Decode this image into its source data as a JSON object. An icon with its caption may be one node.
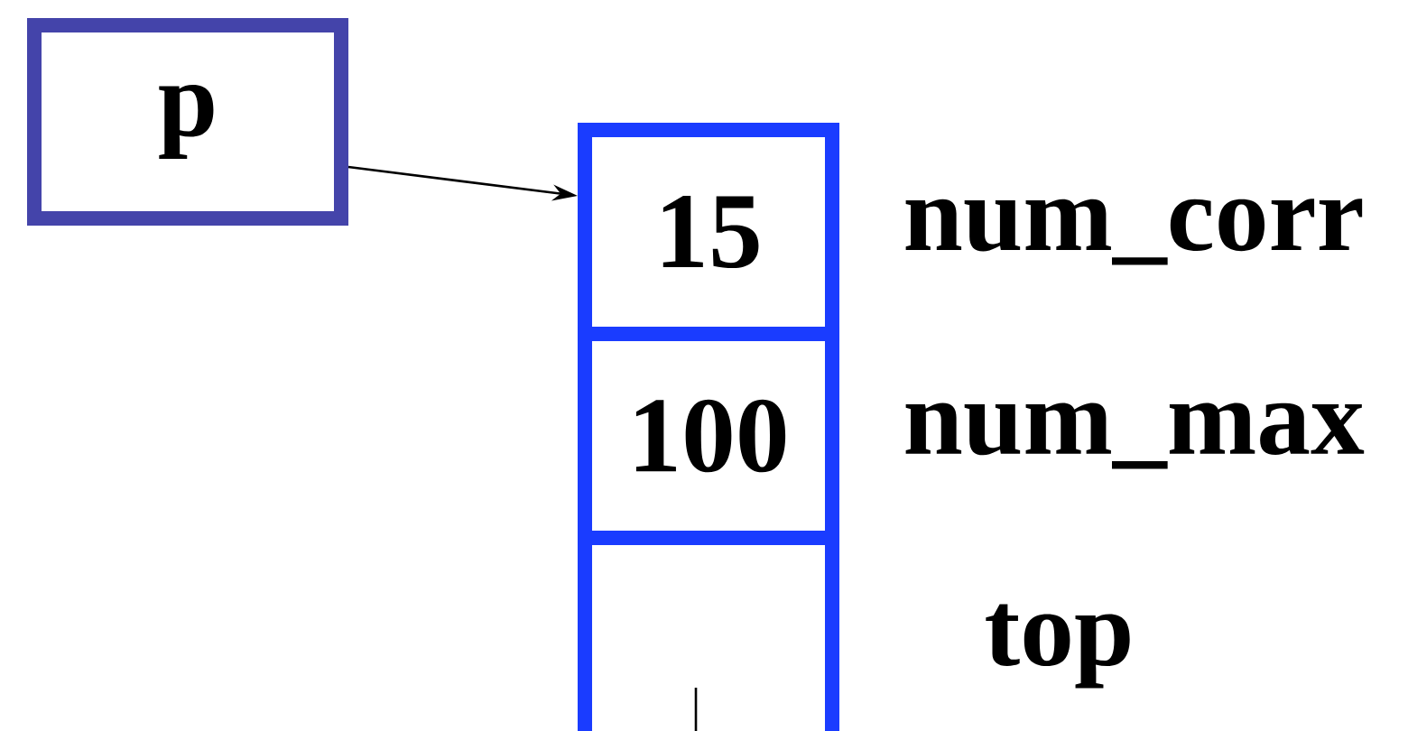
{
  "diagram": {
    "nodes": [
      {
        "text": [
          "p"
        ]
      },
      {
        "text": [
          "15"
        ],
        "beside": [
          "num_corr"
        ]
      },
      {
        "text": [
          "100"
        ],
        "beside": [
          "num_max"
        ]
      },
      {
        "text": [],
        "shape": "box",
        "beside": [
          "top"
        ]
      }
    ],
    "edges": [
      {
        "from": 0,
        "to": 1,
        "arrow": "to"
      },
      {
        "from": 3,
        "to": null,
        "arrow": "none"
      }
    ]
  }
}
